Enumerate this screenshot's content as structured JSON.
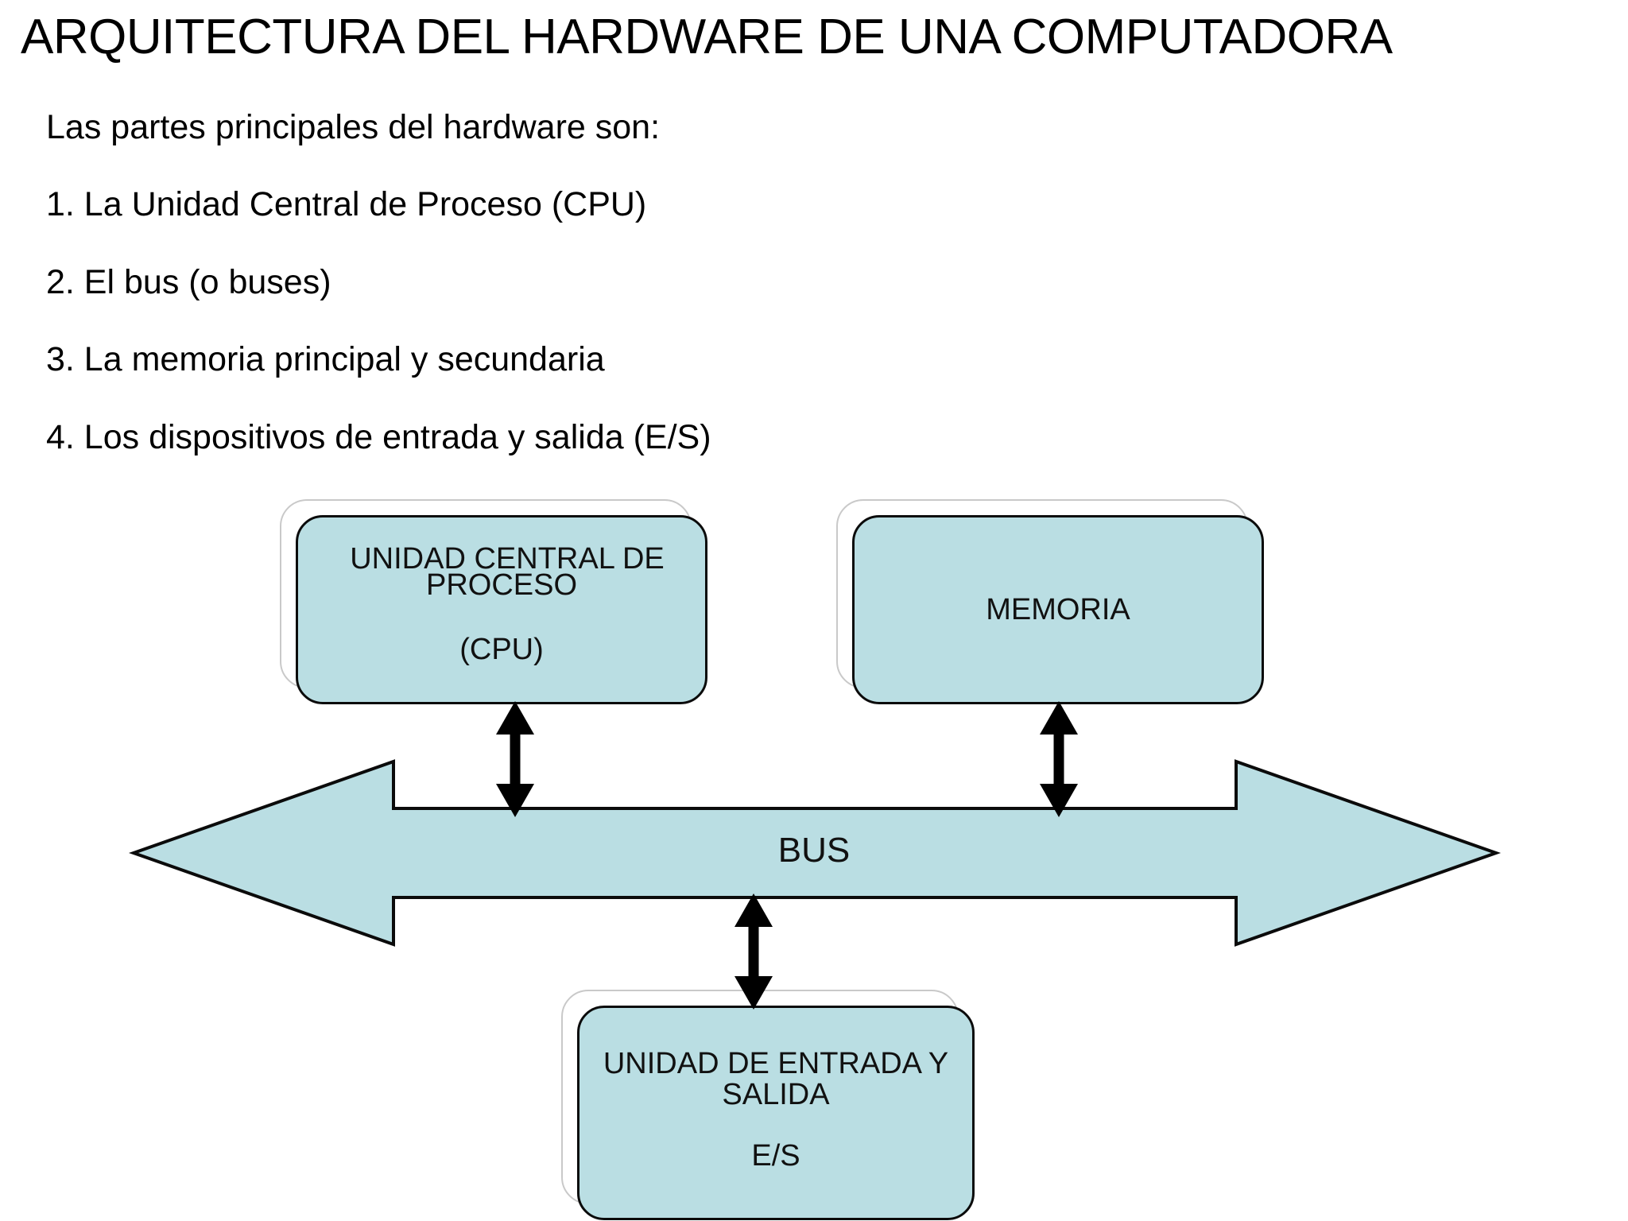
{
  "slide": {
    "title": "ARQUITECTURA DEL HARDWARE DE UNA COMPUTADORA",
    "intro": "Las partes principales del hardware son:",
    "list": [
      "1. La Unidad Central de Proceso (CPU)",
      "2. El bus (o buses)",
      "3. La memoria principal y secundaria",
      "4. Los dispositivos de entrada y salida (E/S)"
    ]
  },
  "diagram": {
    "cpu": {
      "line1": "UNIDAD CENTRAL DE",
      "line2": "PROCESO",
      "sub": "(CPU)"
    },
    "memory": {
      "label": "MEMORIA"
    },
    "io": {
      "line1": "UNIDAD DE ENTRADA Y",
      "line2": "SALIDA",
      "sub": "E/S"
    },
    "bus": {
      "label": "BUS"
    },
    "connectors": [
      {
        "name": "cpu-bus-connector",
        "direction": "bidirectional"
      },
      {
        "name": "memory-bus-connector",
        "direction": "bidirectional"
      },
      {
        "name": "bus-io-connector",
        "direction": "bidirectional"
      }
    ]
  },
  "colors": {
    "node_fill": "#badee3",
    "node_stroke": "#0b0b0b",
    "shadow_stroke": "#c9c9c9",
    "bus_fill": "#badee3",
    "bus_stroke": "#0b0b0b",
    "text": "#000000",
    "background": "#ffffff"
  }
}
